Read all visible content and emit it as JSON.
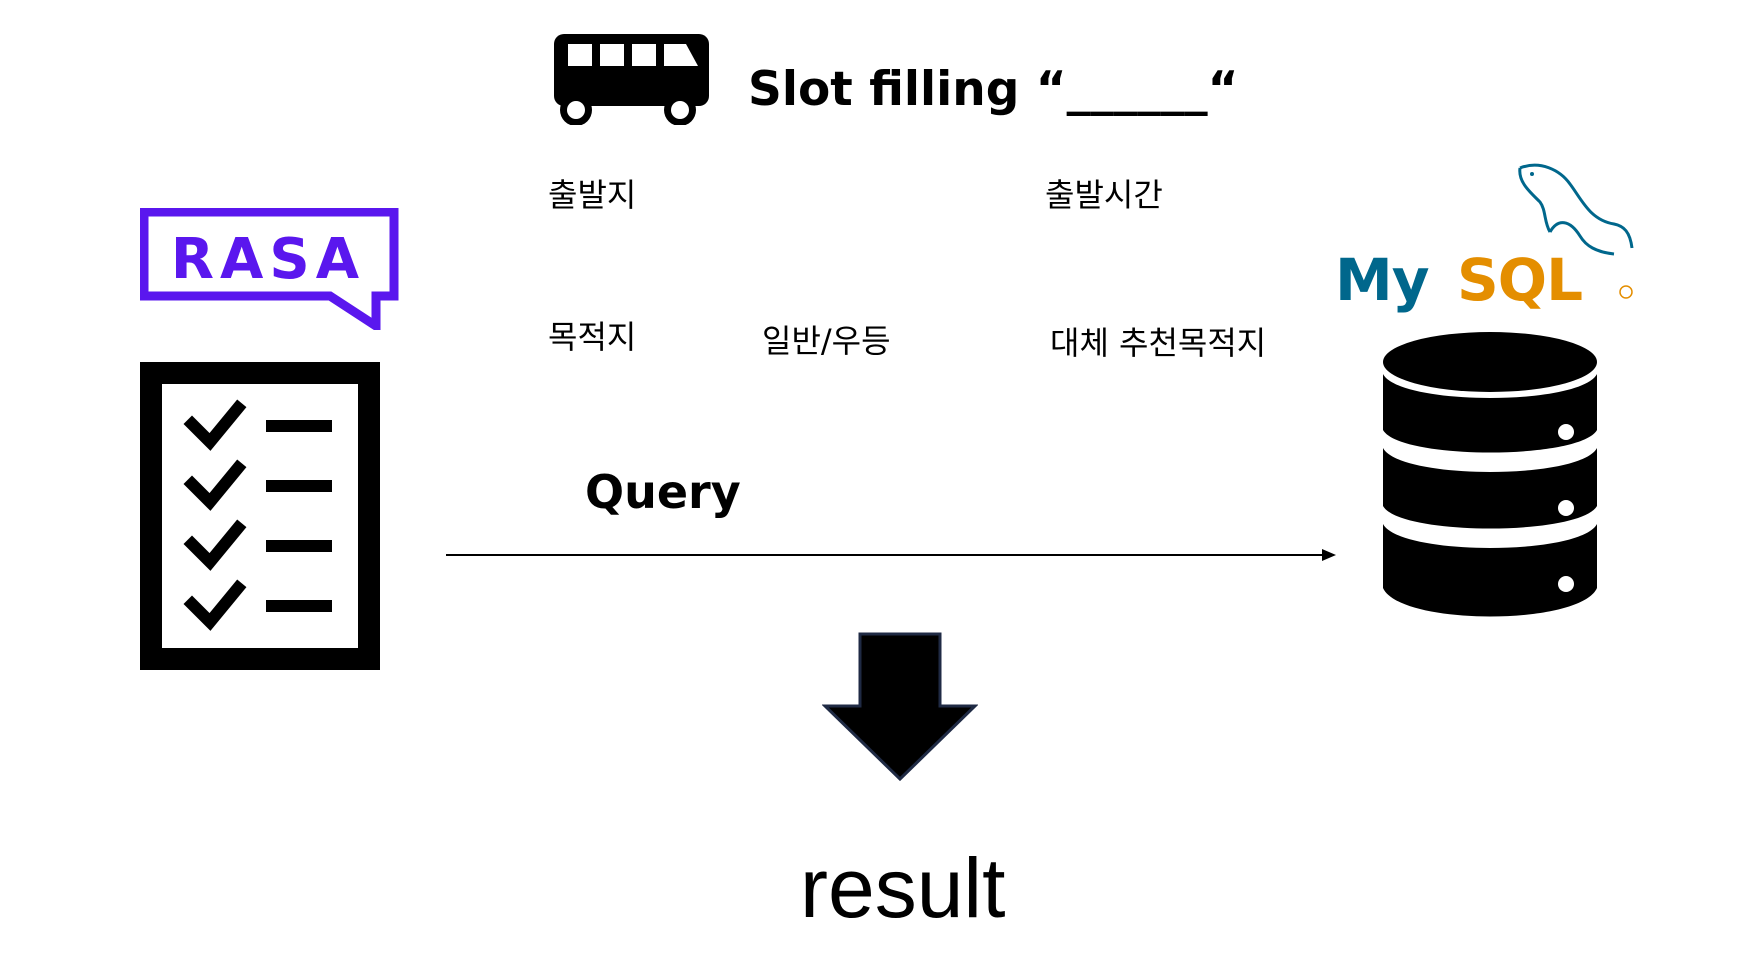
{
  "title": "Slot filling “______“",
  "slots": {
    "departure": "출발지",
    "departure_time": "출발시간",
    "destination": "목적지",
    "bus_type": "일반/우등",
    "alt_destination": "대체 추천목적지"
  },
  "arrow_label": "Query",
  "output_label": "result",
  "logos": {
    "rasa": "RASA",
    "mysql_my": "My",
    "mysql_sql": "SQL"
  },
  "colors": {
    "rasa": "#5a17ee",
    "mysql_blue": "#00678c",
    "mysql_orange": "#e48e00"
  },
  "icons": [
    "bus-icon",
    "checklist-icon",
    "database-icon",
    "down-arrow-icon",
    "dolphin-icon"
  ]
}
